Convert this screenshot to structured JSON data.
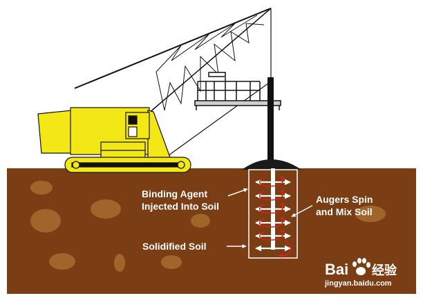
{
  "labels": {
    "binding_agent_line1": "Binding Agent",
    "binding_agent_line2": "Injected Into Soil",
    "augers_line1": "Augers Spin",
    "augers_line2": "and Mix Soil",
    "solidified": "Solidified Soil"
  },
  "watermark": {
    "brand_prefix": "Bai",
    "brand_suffix": "经验",
    "url": "jingyan.baidu.com"
  },
  "colors": {
    "soil": "#7a3d14",
    "soil_patch": "#a0652a",
    "machine_yellow": "#f4e716",
    "label_text": "#ffffff",
    "arrow_red": "#d72020"
  },
  "icons": [
    "crane-machine",
    "auger-rig",
    "baidu-paw-icon"
  ]
}
